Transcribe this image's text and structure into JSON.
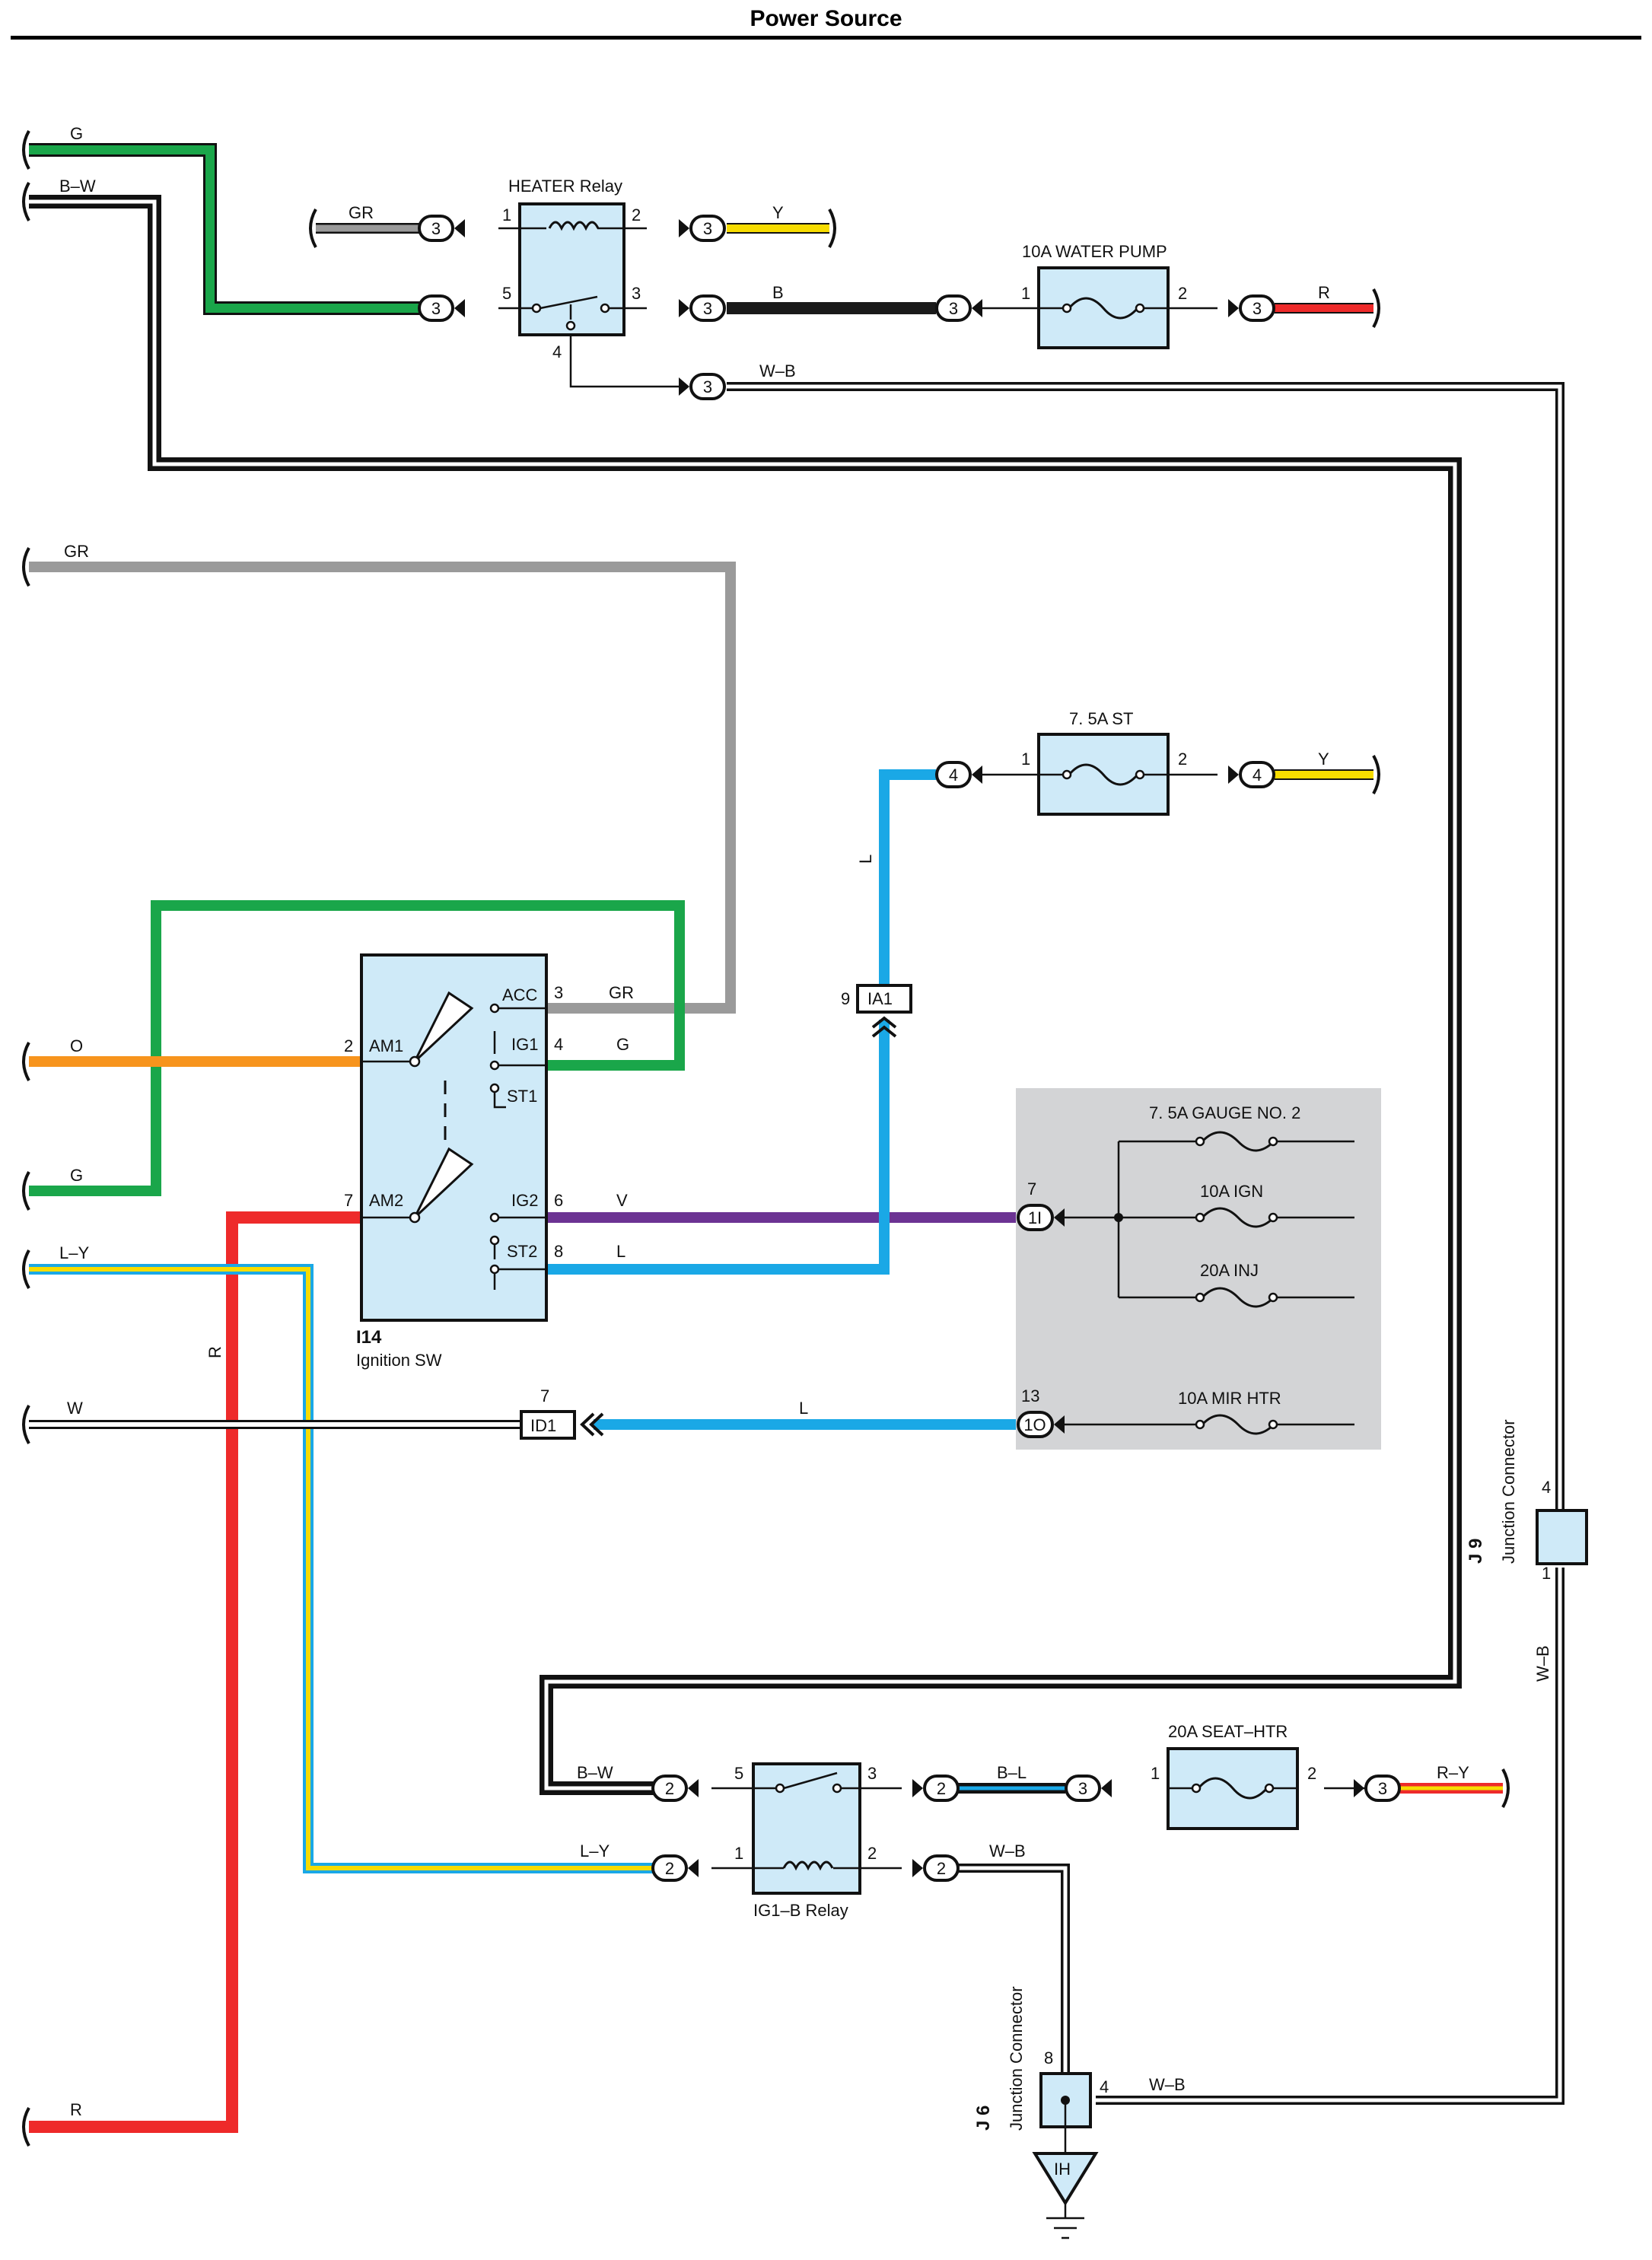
{
  "title": "Power Source",
  "colors": {
    "G": "#1aa64a",
    "B": "#1a1a1a",
    "GR": "#9a9a9a",
    "Y": "#f7dc00",
    "R": "#ee2a2a",
    "O": "#f7941d",
    "L": "#1aa8e6",
    "V": "#6c3393",
    "W": "#ffffff",
    "component_fill": "#cfeaf8",
    "junction_block_fill": "#d3d4d6"
  },
  "wires": {
    "g_top": "G",
    "bw_top": "B–W",
    "gr_relay": "GR",
    "y_relay": "Y",
    "b_relay": "B",
    "r_waterpump": "R",
    "wb_relay": "W–B",
    "gr_left": "GR",
    "l_vertical": "L",
    "y_st": "Y",
    "o_left": "O",
    "g_left": "G",
    "gr_acc": "GR",
    "g_ig1": "G",
    "v_ig2": "V",
    "l_st2": "L",
    "ly_left": "L–Y",
    "r_vertical": "R",
    "w_left": "W",
    "l_mir": "L",
    "bw_ig1b": "B–W",
    "bl_ig1b": "B–L",
    "ry_seat": "R–Y",
    "ly_ig1b": "L–Y",
    "wb_ig1b": "W–B",
    "wb_right": "W–B",
    "wb_j6": "W–B",
    "r_left": "R"
  },
  "connectors": {
    "c3": "3",
    "c4": "4",
    "c2": "2",
    "ia1": "IA1",
    "ia1_pin": "9",
    "id1": "ID1",
    "id1_pin": "7",
    "p1i": "1I",
    "p1i_pin": "7",
    "p1o": "1O",
    "p1o_pin": "13"
  },
  "components": {
    "heater_relay": {
      "name": "HEATER Relay",
      "pins": [
        "1",
        "2",
        "5",
        "3",
        "4"
      ]
    },
    "water_pump_fuse": {
      "name": "10A WATER PUMP",
      "pins": [
        "1",
        "2"
      ]
    },
    "st_fuse": {
      "name": "7. 5A ST",
      "pins": [
        "1",
        "2"
      ]
    },
    "ignition_sw": {
      "code": "I14",
      "name": "Ignition SW",
      "terminals": {
        "acc": "ACC",
        "ig1": "IG1",
        "st1": "ST1",
        "am1": "AM1",
        "am2": "AM2",
        "ig2": "IG2",
        "st2": "ST2"
      },
      "pins": {
        "acc": "3",
        "ig1": "4",
        "am1": "2",
        "am2": "7",
        "ig2": "6",
        "st2": "8"
      }
    },
    "junction_block_fuses": [
      "7. 5A GAUGE NO. 2",
      "10A IGN",
      "20A INJ",
      "10A MIR HTR"
    ],
    "j9": {
      "code": "J 9",
      "name": "Junction Connector",
      "pins": [
        "4",
        "1"
      ]
    },
    "ig1b_relay": {
      "name": "IG1–B Relay",
      "pins": [
        "5",
        "3",
        "1",
        "2"
      ]
    },
    "seat_htr_fuse": {
      "name": "20A SEAT–HTR",
      "pins": [
        "1",
        "2"
      ]
    },
    "j6": {
      "code": "J 6",
      "name": "Junction Connector",
      "pins": [
        "8",
        "4"
      ]
    },
    "ground": "IH"
  }
}
